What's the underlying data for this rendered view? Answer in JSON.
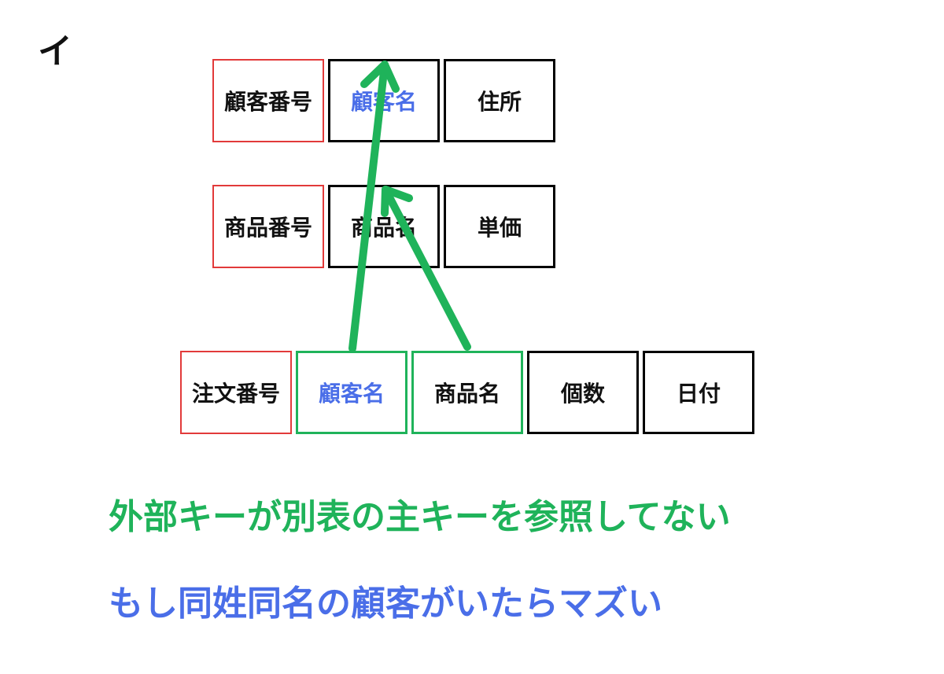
{
  "corner_label": "イ",
  "tables": {
    "customer": {
      "cells": [
        {
          "text": "顧客番号"
        },
        {
          "text": "顧客名"
        },
        {
          "text": "住所"
        }
      ]
    },
    "product": {
      "cells": [
        {
          "text": "商品番号"
        },
        {
          "text": "商品名"
        },
        {
          "text": "単価"
        }
      ]
    },
    "order": {
      "cells": [
        {
          "text": "注文番号"
        },
        {
          "text": "顧客名"
        },
        {
          "text": "商品名"
        },
        {
          "text": "個数"
        },
        {
          "text": "日付"
        }
      ]
    }
  },
  "notes": {
    "line1": "外部キーが別表の主キーを参照してない",
    "line2": "もし同姓同名の顧客がいたらマズい"
  },
  "colors": {
    "primary_key_border": "#e23a3a",
    "foreign_key_border": "#1fb35a",
    "regular_border": "#000000",
    "arrow": "#1fb35a",
    "highlight_text": "#4a6ee8"
  }
}
